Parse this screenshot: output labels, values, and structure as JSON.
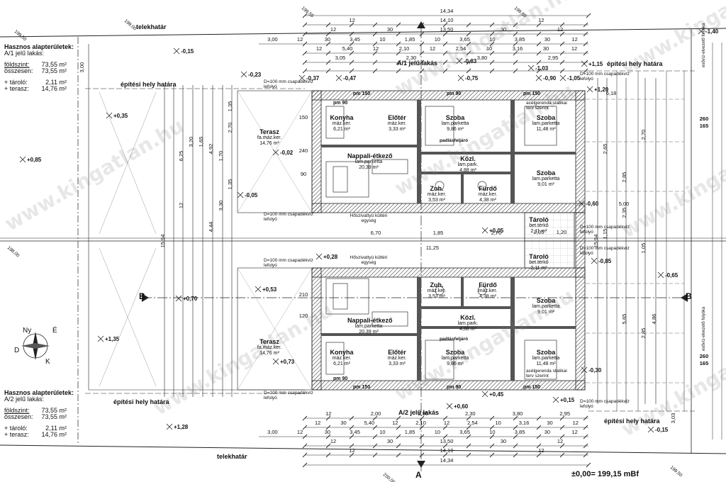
{
  "summary_top": {
    "title": "Hasznos alapterületek:",
    "subtitle": "A/1 jelű lakás:",
    "groundfloor_label": "földszint:",
    "groundfloor_value": "73,55 m²",
    "total_label": "összesen:",
    "total_value": "73,55 m²",
    "storage_label": "+ tároló:",
    "storage_value": "2,11 m²",
    "terrace_label": "+ terasz:",
    "terrace_value": "14,76 m²"
  },
  "summary_bottom": {
    "title": "Hasznos alapterületek:",
    "subtitle": "A/2 jelű lakás:",
    "groundfloor_label": "földszint:",
    "groundfloor_value": "73,55 m²",
    "total_label": "összesen:",
    "total_value": "73,55 m²",
    "storage_label": "+ tároló:",
    "storage_value": "2,11 m²",
    "terrace_label": "+ terasz:",
    "terrace_value": "14,76 m²"
  },
  "watermark": "www.kingatlan.hu",
  "datum_note": "±0,00= 199,15 mBf",
  "labels": {
    "plot_line": "telekhatár",
    "build_limit": "építési hely határa",
    "unit_a1": "A/1 jelű lakás",
    "unit_a2": "A/2 jelű lakás",
    "section_b": "B",
    "section_a": "A",
    "downpipe": "D=100 mm csapadékvíz lefolyó",
    "heatpump": "Hőszivattyú kültéri egység",
    "beam": "acélgerenda statikai terv szerint",
    "channel": "esővíz-elvezető folyóka",
    "compass_n": "É",
    "compass_s": "D",
    "compass_ny": "Ny",
    "compass_k": "K",
    "pm90": "pm 90",
    "pm150": "pm 150"
  },
  "rooms_top": [
    {
      "name": "Konyha",
      "floor": "máz.ker.",
      "area": "6,21 m²"
    },
    {
      "name": "Előtér",
      "floor": "máz.ker.",
      "area": "3,33 m²"
    },
    {
      "name": "Szoba",
      "floor": "lam.parketta",
      "area": "9,86 m²"
    },
    {
      "name": "Szoba",
      "floor": "lam.parketta",
      "area": "11,48 m²"
    },
    {
      "name": "Terasz",
      "floor": "fa.máz.ker.",
      "area": "14,76 m²"
    },
    {
      "name": "Nappali-étkező",
      "floor": "lam.parketta",
      "area": "20,39 m²"
    },
    {
      "name": "Közl.",
      "floor": "lam.park.",
      "area": "4,88 m²"
    },
    {
      "name": "Szoba",
      "floor": "lam.parketta",
      "area": "9,01 m²"
    },
    {
      "name": "Zuh.",
      "floor": "máz.ker.",
      "area": "3,53 m²"
    },
    {
      "name": "Fürdő",
      "floor": "máz.ker.",
      "area": "4,38 m²"
    },
    {
      "name": "Tároló",
      "floor": "bet.térkő",
      "area": "2,11 m²"
    },
    {
      "name": "padlásfeljáró",
      "floor": "",
      "area": ""
    }
  ],
  "rooms_bottom": [
    {
      "name": "Konyha",
      "floor": "máz.ker.",
      "area": "6,21 m²"
    },
    {
      "name": "Előtér",
      "floor": "máz.ker.",
      "area": "3,33 m²"
    },
    {
      "name": "Szoba",
      "floor": "lam.parketta",
      "area": "9,86 m²"
    },
    {
      "name": "Szoba",
      "floor": "lam.parketta",
      "area": "11,48 m²"
    },
    {
      "name": "Terasz",
      "floor": "fa.máz.ker.",
      "area": "14,76 m²"
    },
    {
      "name": "Nappali-étkező",
      "floor": "lam.parketta",
      "area": "20,39 m²"
    },
    {
      "name": "Közl.",
      "floor": "lam.park.",
      "area": "4,88 m²"
    },
    {
      "name": "Szoba",
      "floor": "lam.parketta",
      "area": "9,01 m²"
    },
    {
      "name": "Zuh.",
      "floor": "máz.ker.",
      "area": "3,53 m²"
    },
    {
      "name": "Fürdő",
      "floor": "máz.ker.",
      "area": "4,38 m²"
    },
    {
      "name": "Tároló",
      "floor": "bet.térkő",
      "area": "2,11 m²"
    },
    {
      "name": "padlásfeljáró",
      "floor": "",
      "area": ""
    }
  ],
  "dims_top_rows": [
    [
      "14,34"
    ],
    [
      "12",
      "14,10",
      "12"
    ],
    [
      "12",
      "30",
      "13,50",
      "30",
      "12"
    ],
    [
      "3,00",
      "12",
      "30",
      "3,45",
      "10",
      "1,85",
      "10",
      "3,65",
      "10",
      "3,85",
      "30",
      "12"
    ],
    [
      "12",
      "5,40",
      "12",
      "2,10",
      "12",
      "2,54",
      "10",
      "3,16",
      "30",
      "12"
    ],
    [
      "3,05",
      "2,30",
      "3,80",
      "2,95"
    ]
  ],
  "dims_bottom_rows": [
    [
      "12",
      "2,00",
      "3,05",
      "2,30",
      "3,80",
      "2,95"
    ],
    [
      "12",
      "30",
      "5,40",
      "12",
      "2,10",
      "12",
      "2,54",
      "10",
      "3,16",
      "30",
      "12"
    ],
    [
      "3,00",
      "12",
      "30",
      "3,45",
      "10",
      "1,85",
      "10",
      "3,65",
      "10",
      "3,85",
      "30",
      "12"
    ],
    [
      "12",
      "30",
      "13,50",
      "30",
      "12"
    ],
    [
      "12",
      "14,10",
      "12"
    ],
    [
      "14,34"
    ]
  ],
  "dims_mid": [
    "6,70",
    "1,85",
    "2,70",
    "11,25",
    "2,05",
    "1,20",
    "6,18",
    "5,00"
  ],
  "openings": [
    "150",
    "240",
    "90",
    "210",
    "120"
  ],
  "levels": [
    "-0,15",
    "+0,35",
    "+0,85",
    "-0,02",
    "-0,05",
    "+0,70",
    "+0,53",
    "+1,35",
    "+0,73",
    "+1,28",
    "-0,23",
    "-0,37",
    "-0,47",
    "-0,75",
    "-0,83",
    "-1,03",
    "-1,40",
    "-0,90",
    "-1,05",
    "+1,20",
    "+1,15",
    "-0,60",
    "+0,05",
    "-0,30",
    "-0,65",
    "-0,85",
    "+0,45",
    "+0,60",
    "+0,15",
    "+0,28",
    "-0,15"
  ],
  "survey_pts": [
    "199,50",
    "199,00",
    "199,55",
    "199,60",
    "198,00",
    "200,00",
    "199,50"
  ],
  "verticals_left": [
    "3,00",
    "15,94",
    "6,25",
    "12",
    "3,20",
    "1,65",
    "4,44",
    "1,70",
    "3,30",
    "2,70",
    "1,35",
    "4,92",
    "1,35"
  ],
  "verticals_right": [
    "15,94",
    "2,65",
    "2,85",
    "2,35",
    "1,15",
    "2,70",
    "1,05",
    "5,65",
    "2,85",
    "4,86",
    "3,03"
  ],
  "right_side": [
    "260",
    "165"
  ]
}
